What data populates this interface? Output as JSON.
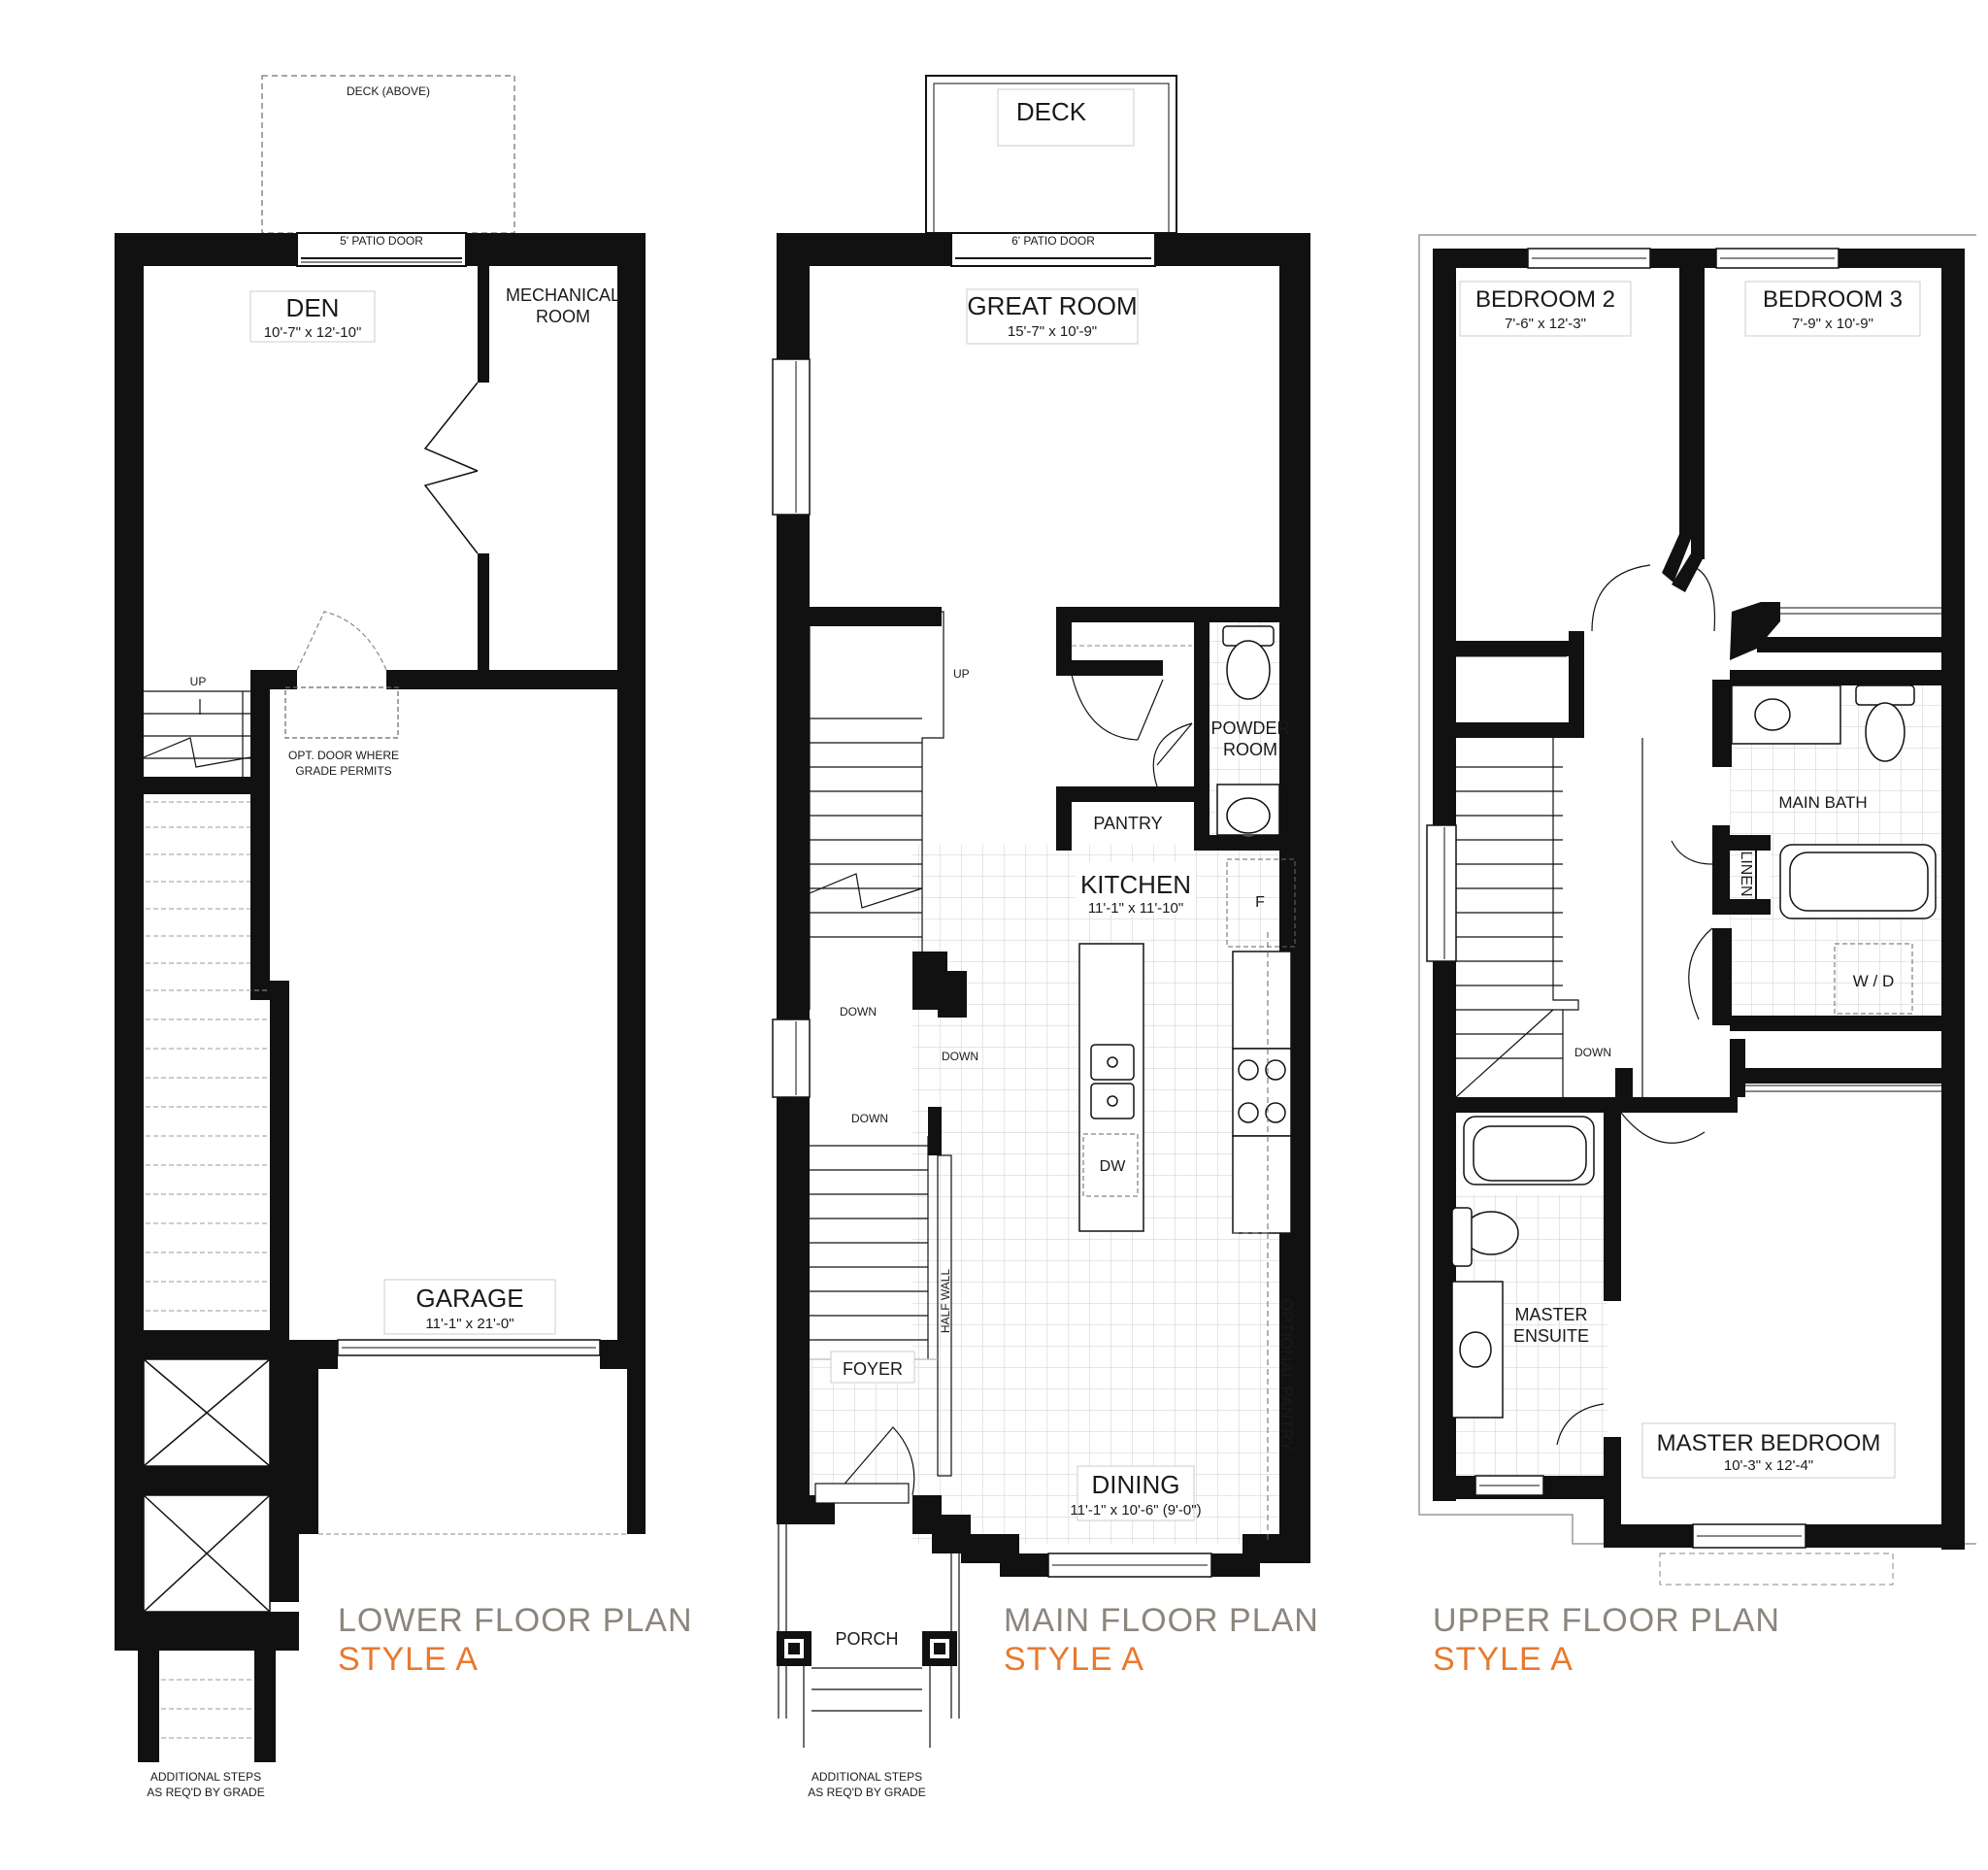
{
  "lower": {
    "deck_above": "DECK (ABOVE)",
    "patio_door": "5' PATIO DOOR",
    "den": "DEN",
    "den_dim": "10'-7\" x 12'-10\"",
    "mech1": "MECHANICAL",
    "mech2": "ROOM",
    "up": "UP",
    "opt1": "OPT. DOOR WHERE",
    "opt2": "GRADE PERMITS",
    "garage": "GARAGE",
    "garage_dim": "11'-1\" x 21'-0\"",
    "steps1": "ADDITIONAL STEPS",
    "steps2": "AS REQ'D BY GRADE",
    "title": "LOWER FLOOR PLAN",
    "style": "STYLE A"
  },
  "main": {
    "deck": "DECK",
    "patio_door": "6' PATIO DOOR",
    "great_room": "GREAT ROOM",
    "great_room_dim": "15'-7\" x 10'-9\"",
    "up": "UP",
    "powder1": "POWDER",
    "powder2": "ROOM",
    "pantry": "PANTRY",
    "kitchen": "KITCHEN",
    "kitchen_dim": "11'-1\" x 11'-10\"",
    "fridge": "F",
    "down1": "DOWN",
    "down2": "DOWN",
    "down3": "DOWN",
    "dw": "DW",
    "half_wall": "HALF WALL",
    "optional_pantry": "OPTIONAL PANTRY",
    "foyer": "FOYER",
    "dining": "DINING",
    "dining_dim": "11'-1\" x 10'-6\" (9'-0\")",
    "porch": "PORCH",
    "steps1": "ADDITIONAL STEPS",
    "steps2": "AS REQ'D BY GRADE",
    "title": "MAIN FLOOR PLAN",
    "style": "STYLE A"
  },
  "upper": {
    "bed2": "BEDROOM 2",
    "bed2_dim": "7'-6\" x 12'-3\"",
    "bed3": "BEDROOM 3",
    "bed3_dim": "7'-9\" x 10'-9\"",
    "main_bath": "MAIN BATH",
    "linen": "LINEN",
    "wd": "W / D",
    "down": "DOWN",
    "ensuite1": "MASTER",
    "ensuite2": "ENSUITE",
    "master": "MASTER BEDROOM",
    "master_dim": "10'-3\" x 12'-4\"",
    "title": "UPPER FLOOR PLAN",
    "style": "STYLE A"
  }
}
